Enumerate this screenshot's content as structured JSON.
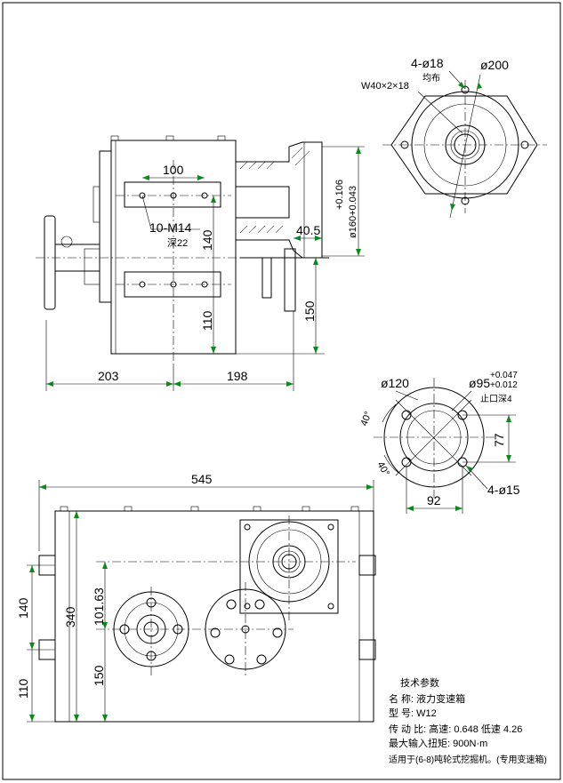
{
  "front_view": {
    "dim_100": "100",
    "dim_10_m14": "10-M14",
    "dim_depth_22": "深22",
    "dim_140": "140",
    "dim_110": "110",
    "dim_150": "150",
    "dim_203": "203",
    "dim_198": "198",
    "dim_40_5": "40.5",
    "dim_tol_upper": "+0.106",
    "dim_tol_lower": "ø160+0.043"
  },
  "flange_view": {
    "dim_4_18": "4-ø18",
    "dim_4_18_note": "均布",
    "dim_200": "ø200",
    "dim_w40": "W40×2×18"
  },
  "mount_view": {
    "dim_120": "ø120",
    "dim_95": "ø95",
    "dim_95_upper": "+0.047",
    "dim_95_lower": "+0.012",
    "dim_95_note": "止口深4",
    "dim_40_a": "40°",
    "dim_40_b": "40°",
    "dim_77": "77",
    "dim_92": "92",
    "dim_4_15": "4-ø15"
  },
  "side_view": {
    "dim_545": "545",
    "dim_140": "140",
    "dim_340": "340",
    "dim_101_63": "101.63",
    "dim_150": "150",
    "dim_110": "110"
  },
  "notes": {
    "title": "技术参数",
    "line1": "名   称: 液力变速箱",
    "line2": "型   号: W12",
    "line3": "传 动 比: 高速: 0.648   低速 4.26",
    "line4": "最大输入扭矩: 900N·m",
    "line5": "适用于(6-8)吨轮式挖掘机。(专用变速箱)"
  },
  "colors": {
    "line": "#000000",
    "arrow": "#0a8a1a",
    "background": "#ffffff"
  }
}
